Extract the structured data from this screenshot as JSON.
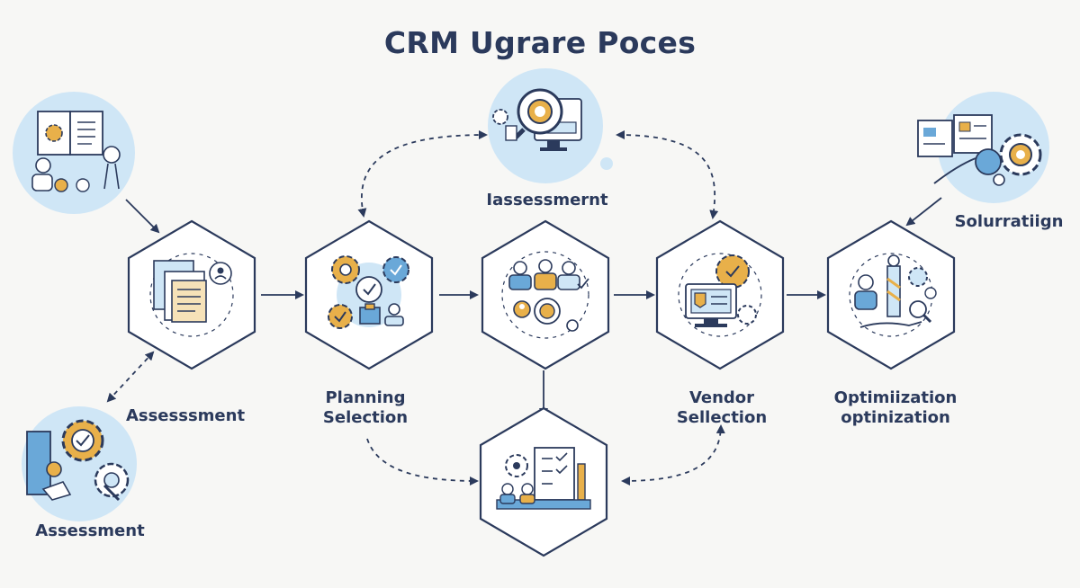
{
  "title": "CRM Ugrare Poces",
  "labels": {
    "top_center": "Iassessmernt",
    "top_right": "Solurratiign",
    "left_middle": "Assesssment",
    "bottom_left": "Assessment",
    "planning": [
      "Planning",
      "Selection"
    ],
    "vendor": [
      "Vendor",
      "Sellection"
    ],
    "optimization": [
      "Optimiization",
      "optinization"
    ]
  },
  "colors": {
    "navy": "#2b3a5c",
    "accent_blue": "#6aa8d8",
    "light_blue": "#cfe6f6",
    "gold": "#e8b04a",
    "background": "#f7f7f5"
  },
  "icons": [
    "notebook-icon",
    "gear-icon",
    "lightbulb-icon",
    "document-icon",
    "user-icon",
    "magnifier-icon",
    "monitor-icon",
    "team-icon",
    "checklist-icon",
    "pen-icon",
    "award-icon",
    "handshake-icon"
  ]
}
